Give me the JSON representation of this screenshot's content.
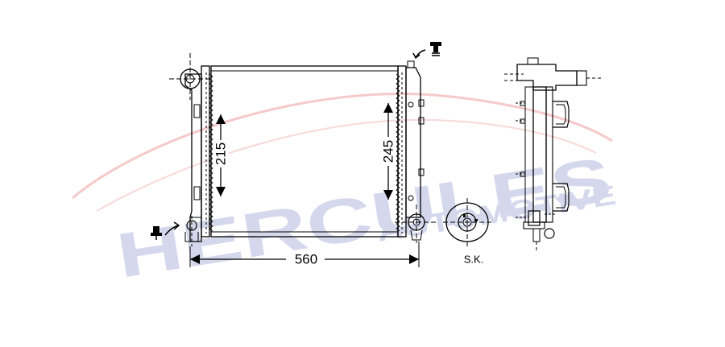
{
  "dimensions": {
    "width_label": "560",
    "height_left_label": "215",
    "height_right_label": "245"
  },
  "detail": {
    "label": "S.K."
  },
  "watermark": {
    "brand": "HERCULES",
    "subtitle": "AUTOMOTIVE",
    "brand_color": "#c7cbe6",
    "swoosh_color": "#f2b8b8"
  }
}
